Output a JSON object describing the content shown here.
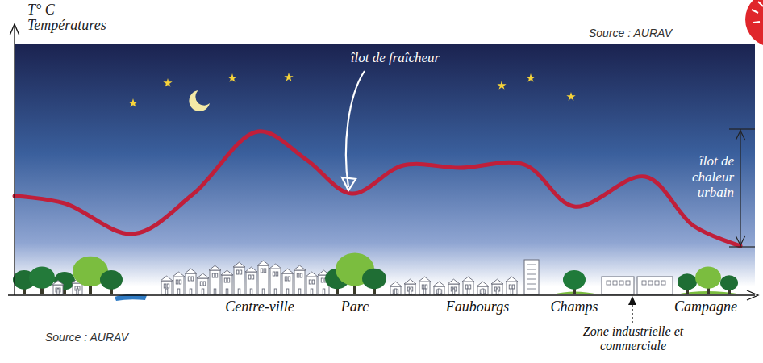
{
  "diagram": {
    "labels": [
      "T° C",
      "Températures",
      "Source : AURAV",
      "îlot de fraîcheur",
      "îlot de chaleur urbain",
      "Centre-ville",
      "Parc",
      "Faubourgs",
      "Champs",
      "Zone industrielle et commerciale",
      "Campagne",
      "Source : AURAV"
    ]
  }
}
